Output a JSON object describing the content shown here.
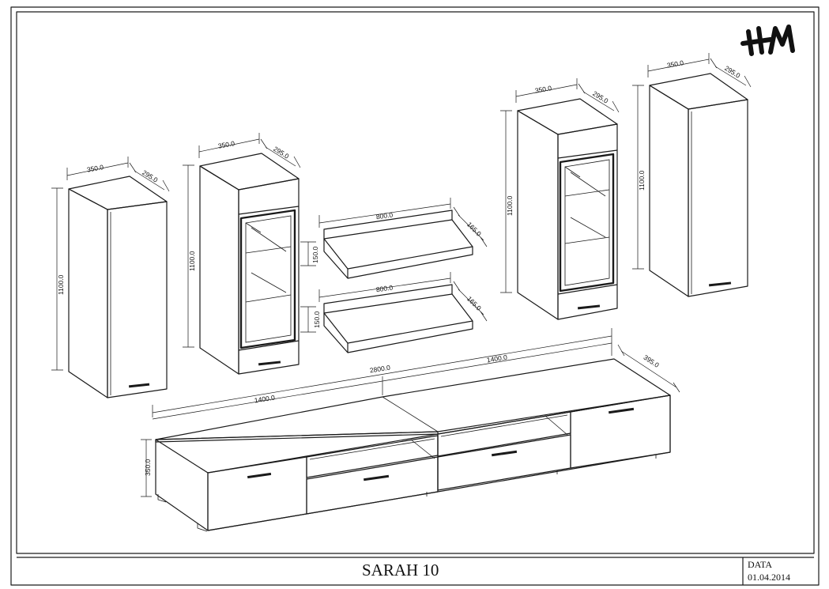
{
  "title_block": {
    "name": "SARAH 10",
    "date_label": "DATA",
    "date_value": "01.04.2014"
  },
  "logo": {
    "text": "HM",
    "icon": "hm-logo-icon"
  },
  "dimensions": {
    "cab1_width": "350.0",
    "cab1_depth": "295.0",
    "cab1_height": "1100.0",
    "cab2_width": "350.0",
    "cab2_depth": "295.0",
    "cab2_height": "1100.0",
    "shelf1_width": "800.0",
    "shelf1_depth": "165.0",
    "shelf1_height": "150.0",
    "shelf2_width": "800.0",
    "shelf2_depth": "165.0",
    "shelf2_height": "150.0",
    "cab3_width": "350.0",
    "cab3_depth": "295.0",
    "cab3_height": "1100.0",
    "cab4_width": "350.0",
    "cab4_depth": "295.0",
    "cab4_height": "1100.0",
    "tv_total": "2800.0",
    "tv_left": "1400.0",
    "tv_right": "1400.0",
    "tv_depth": "395.0",
    "tv_height": "350.0"
  }
}
